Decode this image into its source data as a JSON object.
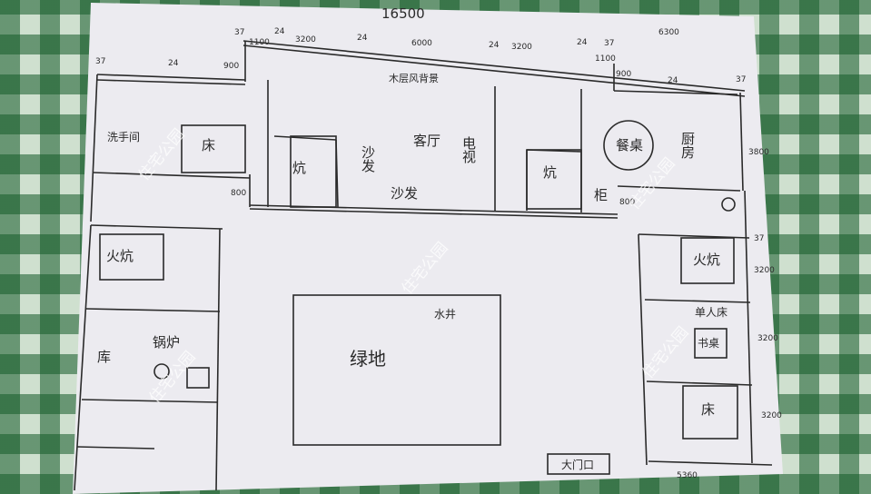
{
  "dimensions": {
    "total_width": "16500",
    "right_width": "6300",
    "d37a": "37",
    "d37b": "37",
    "d37c": "37",
    "d37d": "37",
    "d37e": "37",
    "d24a": "24",
    "d24b": "24",
    "d24c": "24",
    "d24d": "24",
    "d24e": "24",
    "d24f": "24",
    "d1100a": "1100",
    "d1100b": "1100",
    "d3200a": "3200",
    "d6000": "6000",
    "d3200b": "3200",
    "d900a": "900",
    "d900b": "900",
    "d3800": "3800",
    "d800a": "800",
    "d800b": "800",
    "d3200c": "3200",
    "d3200d": "3200",
    "d3200e": "3200",
    "d5360": "5360"
  },
  "rooms": {
    "washroom": "洗手间",
    "bed_top_left": "床",
    "kang_top": "炕",
    "sofa_left": "沙发",
    "living_room": "客厅",
    "sofa_bottom": "沙发",
    "tv": "电视",
    "kang_mid": "炕",
    "dining_table": "餐桌",
    "kitchen": "厨房",
    "cabinet": "柜",
    "background_wall": "木层风背景",
    "fire_kang_left": "火炕",
    "storage": "库",
    "boiler": "锅炉",
    "green_area": "绿地",
    "well": "水井",
    "fire_kang_right": "火炕",
    "single_bed": "单人床",
    "desk": "书桌",
    "bed_right": "床",
    "main_gate": "大门口"
  },
  "watermark": "住宅公园"
}
